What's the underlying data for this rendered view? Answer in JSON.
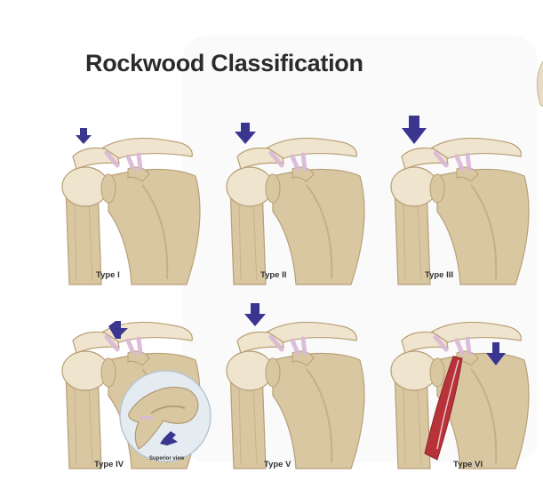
{
  "title": "Rockwood Classification",
  "colors": {
    "bone": "#d9c7a2",
    "bone_shadow": "#b89f76",
    "bone_highlight": "#efe4cd",
    "ligament": "#d9b7d6",
    "arrow": "#3a3690",
    "muscle": "#b8323a"
  },
  "panels": [
    {
      "label": "Type I",
      "arrow": "small-arrow-icon"
    },
    {
      "label": "Type II",
      "arrow": "medium-arrow-icon"
    },
    {
      "label": "Type III",
      "arrow": "large-arrow-icon"
    },
    {
      "label": "Type IV",
      "arrow": "posterior-arrow-icon",
      "inset_label": "Superior view"
    },
    {
      "label": "Type V",
      "arrow": "medium-arrow-icon"
    },
    {
      "label": "Type VI",
      "arrow": "inferior-arrow-icon"
    }
  ]
}
